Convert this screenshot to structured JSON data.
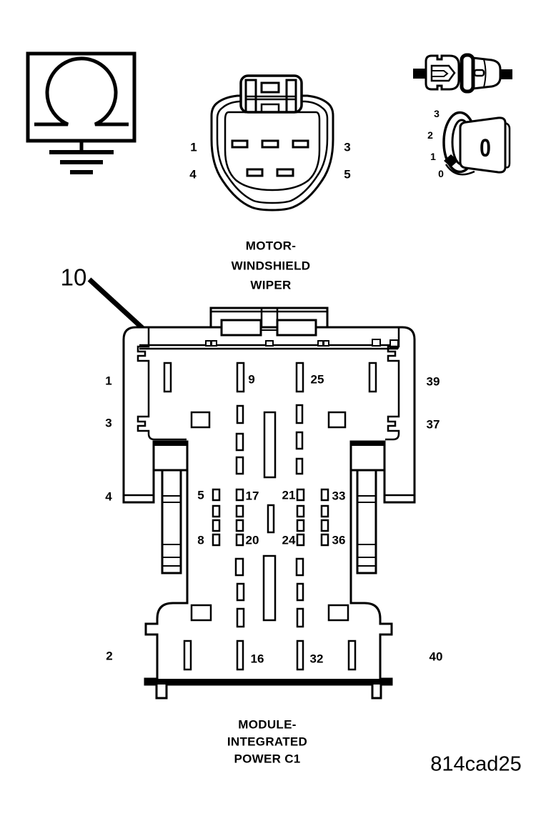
{
  "figure_code": "814cad25",
  "callout_label": "10",
  "icons": {
    "ground": "ground-symbol-icon",
    "inline_connector": "inline-connector-icon",
    "rotary_switch": "rotary-switch-icon"
  },
  "wiper_connector": {
    "title_lines": [
      "MOTOR-",
      "WINDSHIELD",
      "WIPER"
    ],
    "pins": [
      "1",
      "3",
      "4",
      "5"
    ]
  },
  "module_connector": {
    "title_lines": [
      "MODULE-",
      "INTEGRATED",
      "POWER C1"
    ],
    "left_pins": [
      "1",
      "3",
      "4",
      "2"
    ],
    "right_pins": [
      "39",
      "37",
      "40"
    ],
    "inner_pins": [
      "9",
      "25",
      "5",
      "17",
      "21",
      "33",
      "8",
      "20",
      "24",
      "36",
      "16",
      "32"
    ]
  },
  "rotary_switch": {
    "positions": [
      "3",
      "2",
      "1",
      "0"
    ],
    "knob_label": "0"
  },
  "colors": {
    "line": "#000000",
    "background": "#ffffff"
  }
}
